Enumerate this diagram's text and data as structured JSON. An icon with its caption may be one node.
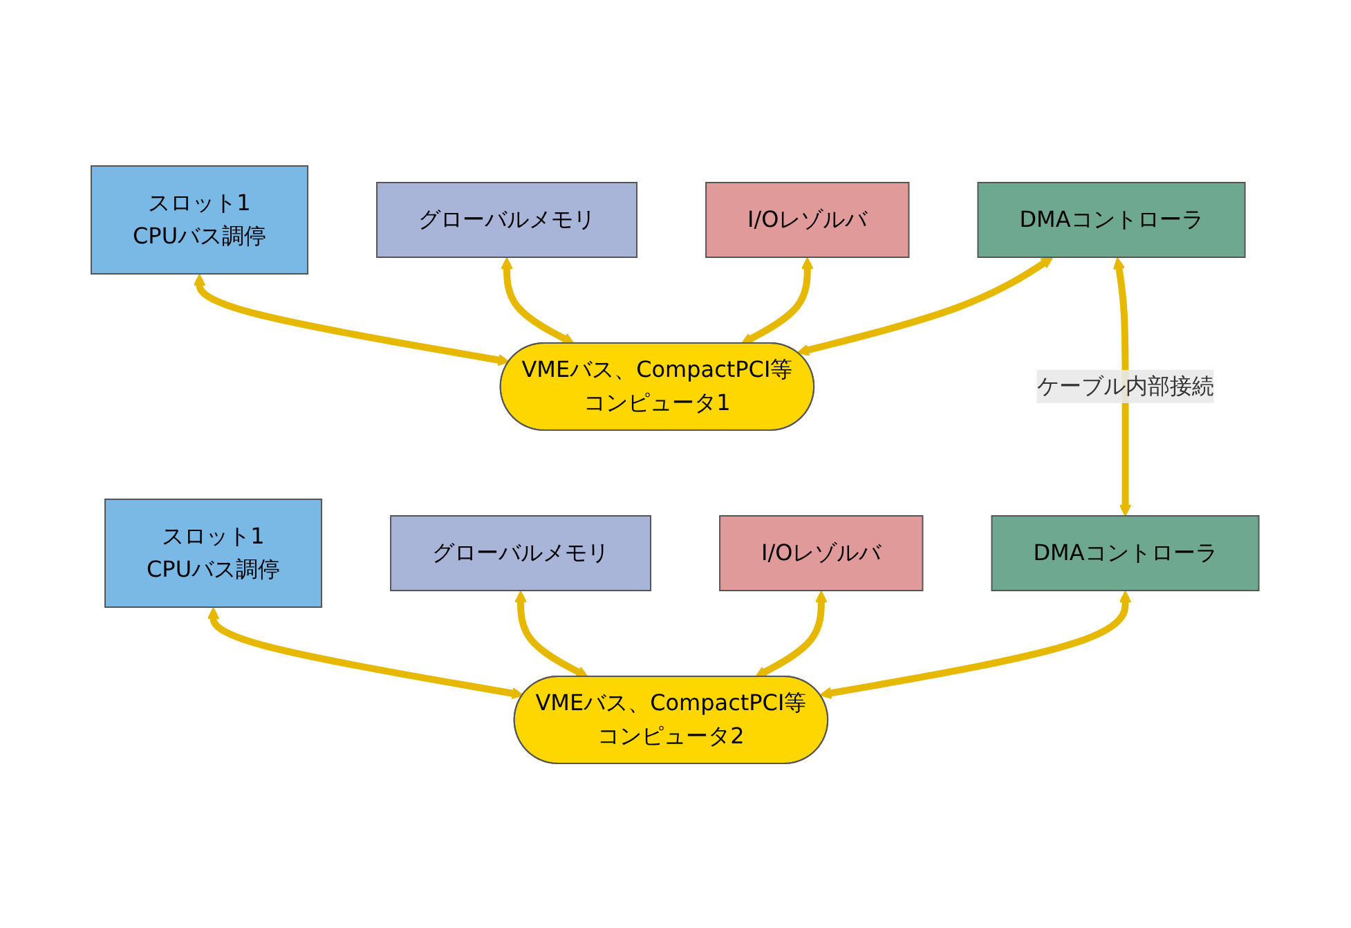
{
  "diagram": {
    "nodes": [
      {
        "text": [
          "スロット1",
          "CPUバス調停"
        ]
      },
      {
        "text": [
          "グローバルメモリ"
        ]
      },
      {
        "text": [
          "I/Oレゾルバ"
        ]
      },
      {
        "text": [
          "DMAコントローラ"
        ]
      },
      {
        "text": [
          "VMEバス、CompactPCI等",
          "コンピュータ1"
        ]
      },
      {
        "text": [
          "スロット1",
          "CPUバス調停"
        ]
      },
      {
        "text": [
          "グローバルメモリ"
        ]
      },
      {
        "text": [
          "I/Oレゾルバ"
        ]
      },
      {
        "text": [
          "DMAコントローラ"
        ]
      },
      {
        "text": [
          "VMEバス、CompactPCI等",
          "コンピュータ2"
        ]
      }
    ],
    "edges": [
      {
        "from": 0,
        "to": 4,
        "arrow": "both"
      },
      {
        "from": 1,
        "to": 4,
        "arrow": "both"
      },
      {
        "from": 2,
        "to": 4,
        "arrow": "both"
      },
      {
        "from": 3,
        "to": 4,
        "arrow": "both"
      },
      {
        "from": 3,
        "to": 8,
        "label": "ケーブル内部接続",
        "arrow": "both"
      },
      {
        "from": 5,
        "to": 9,
        "arrow": "both"
      },
      {
        "from": 6,
        "to": 9,
        "arrow": "both"
      },
      {
        "from": 7,
        "to": 9,
        "arrow": "both"
      },
      {
        "from": 8,
        "to": 9,
        "arrow": "both"
      }
    ]
  }
}
